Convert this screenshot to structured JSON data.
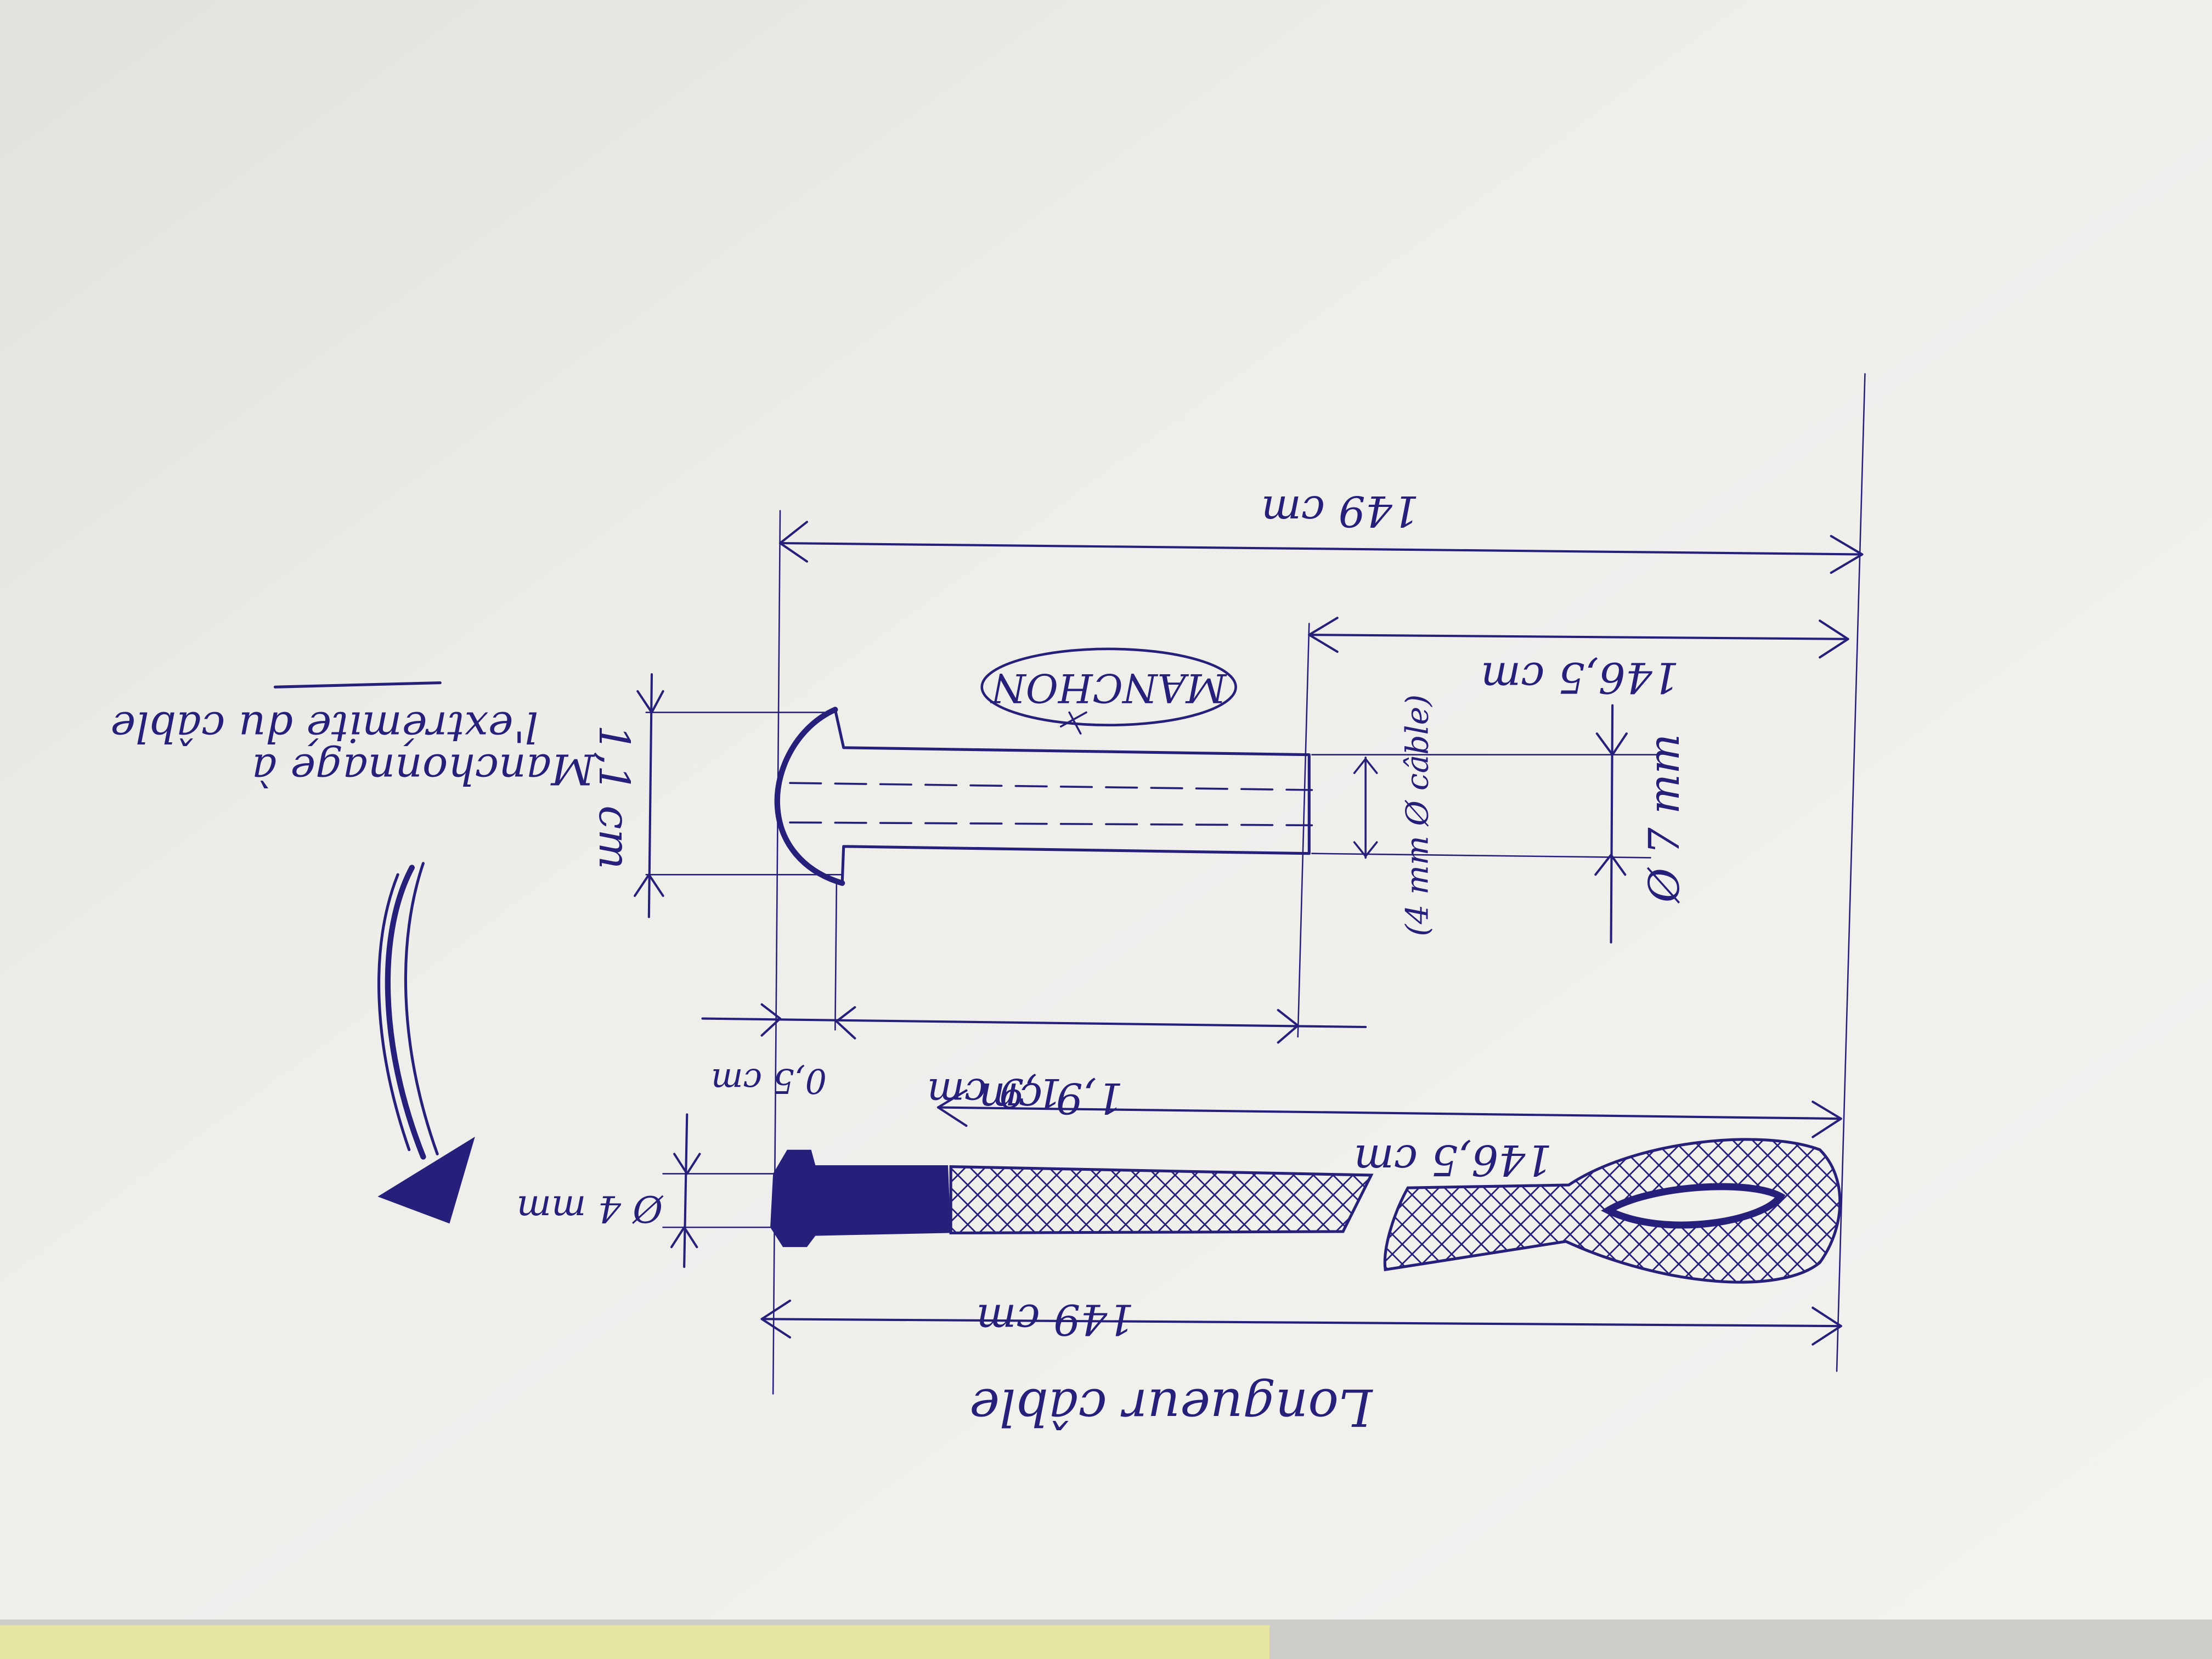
{
  "sketch": {
    "part_name": "MANCHON",
    "cable_length_label": "Longueur câble",
    "annotation_line1": "Manchonnage à",
    "annotation_line2": "l'extrémité du câble",
    "dim_total_top": "149 cm",
    "dim_partial_top": "146,5 cm",
    "dim_head_height": "1,1 cm",
    "dim_head_width": "0,5 cm",
    "dim_sleeve_length": "1,9 cm",
    "dim_outer_diameter": "Ø 7 mm",
    "dim_cable_diameter": "(4 mm Ø câble)",
    "dim_bottom_partial": "146,5 cm",
    "dim_bottom_sleeve": "1,9 cm",
    "dim_bottom_diameter": "Ø 4 mm",
    "dim_bottom_total": "149 cm"
  },
  "colors": {
    "ink": "#27207a",
    "paper": "#f1f0ec",
    "highlighter": "#e4e6a2"
  }
}
